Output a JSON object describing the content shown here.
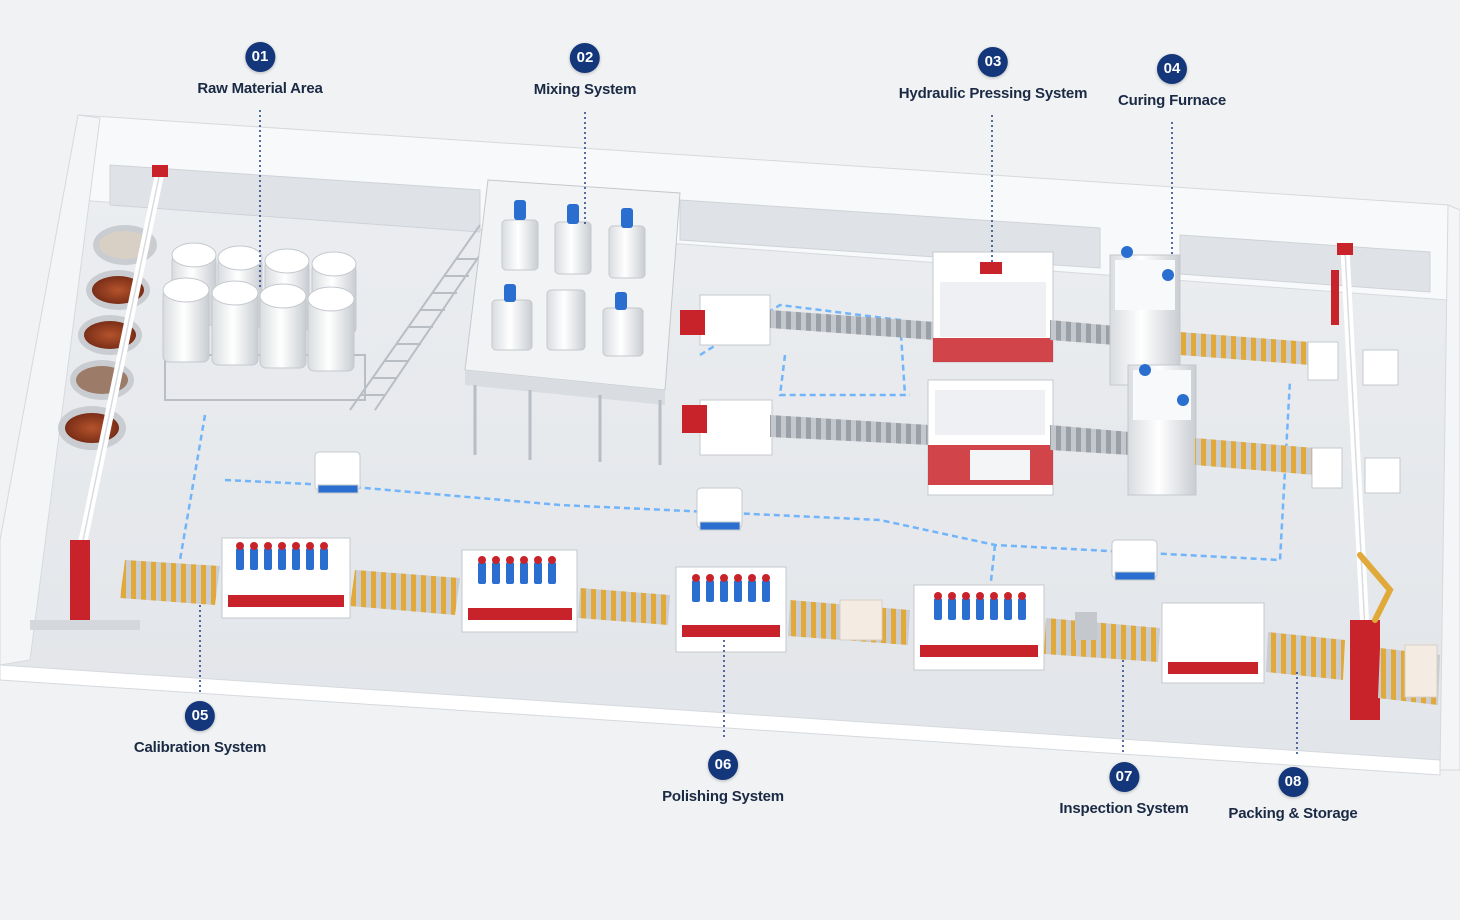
{
  "callouts": [
    {
      "number": "01",
      "label": "Raw Material Area"
    },
    {
      "number": "02",
      "label": "Mixing System"
    },
    {
      "number": "03",
      "label": "Hydraulic Pressing System"
    },
    {
      "number": "04",
      "label": "Curing Furnace"
    },
    {
      "number": "05",
      "label": "Calibration System"
    },
    {
      "number": "06",
      "label": "Polishing System"
    },
    {
      "number": "07",
      "label": "Inspection System"
    },
    {
      "number": "08",
      "label": "Packing & Storage"
    }
  ],
  "colors": {
    "badge": "#14367a",
    "label": "#1b2a44",
    "leader_line": "#1e3f86",
    "accent_red": "#c8232a",
    "accent_blue": "#2a6fd0",
    "agv_path": "#4aa3ff",
    "conveyor_roller": "#e0a93a",
    "floor": "#e8eaed",
    "wall": "#f8f9fa"
  }
}
